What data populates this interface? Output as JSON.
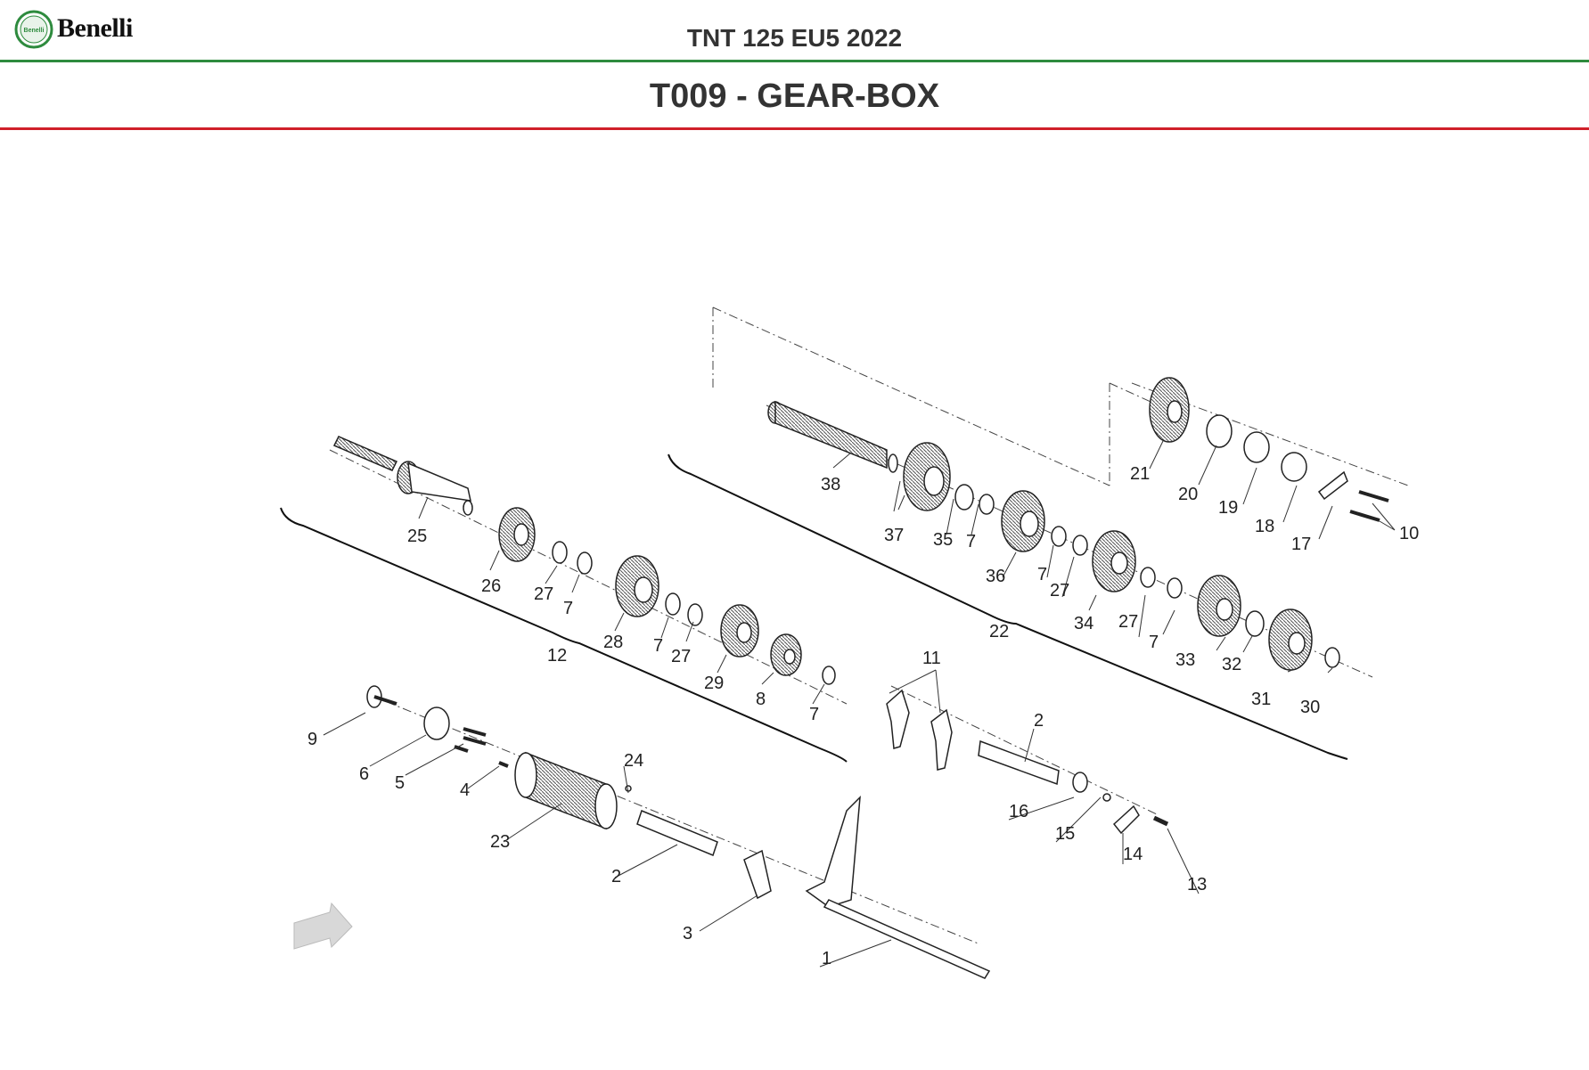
{
  "header": {
    "brand": "Benelli",
    "brand_badge": "Benelli",
    "model": "TNT 125 EU5 2022",
    "section": "T009 - GEAR-BOX",
    "colors": {
      "green_rule": "#2e8b3e",
      "red_rule": "#d0202a",
      "text": "#333333"
    }
  },
  "diagram": {
    "callouts": {
      "p1": "1",
      "p2a": "2",
      "p2b": "2",
      "p3": "3",
      "p4": "4",
      "p5": "5",
      "p6": "6",
      "p7a": "7",
      "p7b": "7",
      "p7c": "7",
      "p7d": "7",
      "p7e": "7",
      "p7f": "7",
      "p8": "8",
      "p9": "9",
      "p10": "10",
      "p11": "11",
      "p12": "12",
      "p13": "13",
      "p14": "14",
      "p15": "15",
      "p16": "16",
      "p17": "17",
      "p18": "18",
      "p19": "19",
      "p20": "20",
      "p21": "21",
      "p22": "22",
      "p23": "23",
      "p24": "24",
      "p25": "25",
      "p26": "26",
      "p27a": "27",
      "p27b": "27",
      "p27c": "27",
      "p27d": "27",
      "p28": "28",
      "p29": "29",
      "p30": "30",
      "p31": "31",
      "p32": "32",
      "p33": "33",
      "p34": "34",
      "p35": "35",
      "p36": "36",
      "p37": "37",
      "p38": "38"
    },
    "icons": {
      "orientation_arrow": "arrow-icon"
    }
  }
}
